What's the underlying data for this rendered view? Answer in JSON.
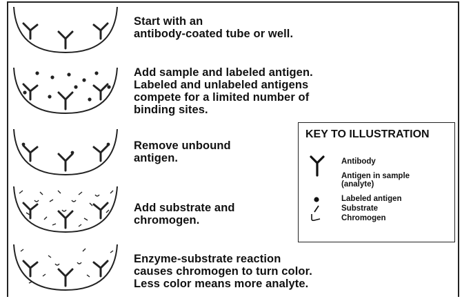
{
  "steps": [
    {
      "lines": [
        "Start with an",
        "antibody-coated tube or well."
      ]
    },
    {
      "lines": [
        "Add sample and labeled antigen.",
        "Labeled and unlabeled antigens",
        "compete for a limited number of",
        "binding sites."
      ]
    },
    {
      "lines": [
        "Remove unbound",
        "antigen."
      ]
    },
    {
      "lines": [
        "Add substrate and",
        "chromogen."
      ]
    },
    {
      "lines": [
        "Enzyme-substrate reaction",
        "causes chromogen to turn color.",
        "Less color means more analyte."
      ]
    }
  ],
  "key": {
    "title": "KEY TO ILLUSTRATION",
    "items": [
      {
        "icon": "antibody-icon",
        "lines": [
          "Antibody"
        ]
      },
      {
        "icon": "antigen-icon",
        "lines": [
          "Antigen in sample",
          "(analyte)"
        ]
      },
      {
        "icon": "labeled-antigen-icon",
        "lines": [
          "Labeled antigen"
        ]
      },
      {
        "icon": "substrate-icon",
        "lines": [
          "Substrate"
        ]
      },
      {
        "icon": "chromogen-icon",
        "lines": [
          "Chromogen"
        ]
      }
    ]
  }
}
